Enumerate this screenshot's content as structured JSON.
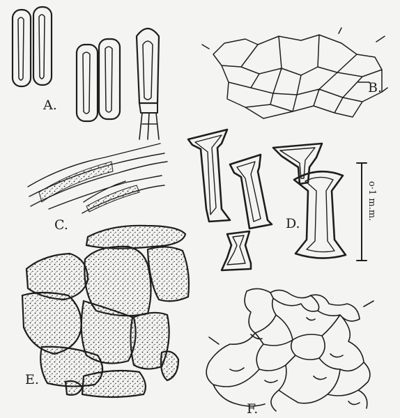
{
  "figure": {
    "labels": {
      "A": "A.",
      "B": "B.",
      "C": "C.",
      "D": "D.",
      "E": "E.",
      "F": "F."
    },
    "scale_bar": {
      "label": "o·1 m.m."
    },
    "colors": {
      "ink": "#1e1e1e",
      "paper": "#f4f4f2"
    }
  }
}
